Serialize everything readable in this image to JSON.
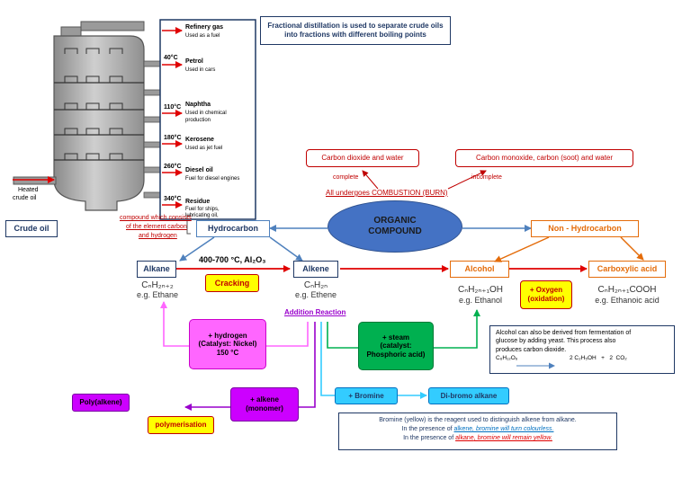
{
  "intro": "Fractional distillation is used to separate crude oils into fractions with different boiling points",
  "crude_oil_label": "Crude oil",
  "heated_crude": [
    "Heated",
    "crude oil"
  ],
  "fractions": [
    {
      "temp": "",
      "name": "Refinery gas",
      "use": [
        "Used as a fuel"
      ]
    },
    {
      "temp": "40°C",
      "name": "Petrol",
      "use": [
        "Used in cars"
      ]
    },
    {
      "temp": "110°C",
      "name": "Naphtha",
      "use": [
        "Used in chemical",
        "production"
      ]
    },
    {
      "temp": "180°C",
      "name": "Kerosene",
      "use": [
        "Used as jet fuel"
      ]
    },
    {
      "temp": "260°C",
      "name": "Diesel oil",
      "use": [
        "Fuel for diesel engines"
      ]
    },
    {
      "temp": "340°C",
      "name": "Residue",
      "use": [
        "Fuel for ships,",
        "lubricating oil,"
      ]
    }
  ],
  "combustion": {
    "complete_products": "Carbon dioxide and water",
    "incomplete_products": "Carbon monoxide, carbon (soot) and water",
    "complete_label": "complete",
    "incomplete_label": "incomplete",
    "note": "All undergoes COMBUSTION (BURN)"
  },
  "organic": [
    "ORGANIC",
    "COMPOUND"
  ],
  "hydrocarbon": "Hydrocarbon",
  "hydrocarbon_def": [
    "compound which consists",
    "of the element carbon",
    "and hydrogen"
  ],
  "non_hydrocarbon": "Non - Hydrocarbon",
  "alkane": {
    "name": "Alkane",
    "formula": "CₙH₂ₙ₊₂",
    "example": "e.g. Ethane"
  },
  "alkene": {
    "name": "Alkene",
    "formula": "CₙH₂ₙ",
    "example": "e.g. Ethene"
  },
  "alcohol": {
    "name": "Alcohol",
    "formula": "CₙH₂ₙ₊₁OH",
    "example": "e.g. Ethanol"
  },
  "carboxylic": {
    "name": "Carboxylic acid",
    "formula": "CₙH₂ₙ₊₁COOH",
    "example": "e.g. Ethanoic acid"
  },
  "cracking_conditions": "400-700 °C, Al₂O₃",
  "cracking": "Cracking",
  "oxygen": [
    "+ Oxygen",
    "(oxidation)"
  ],
  "addition_reaction": "Addition Reaction",
  "hydrogen": [
    "+ hydrogen",
    "(Catalyst: Nickel)",
    "150 °C"
  ],
  "steam": [
    "+ steam",
    "(catalyst:",
    "Phosphoric acid)"
  ],
  "fermentation": {
    "text": [
      "Alcohol can also be derived from fermentation of",
      "glucose by adding yeast. This process also",
      "produces carbon dioxide."
    ],
    "reactant": "C₆H₁₂O₆",
    "products": "2 C₂H₅OH   +   2  CO₂"
  },
  "alkene_monomer": [
    "+ alkene",
    "(monomer)"
  ],
  "polyalkene": "Poly(alkene)",
  "polymerisation": "polymerisation",
  "bromine": "+ Bromine",
  "dibromo": "Di-bromo alkane",
  "bromine_note": {
    "line1": "Bromine (yellow) is the reagent used to distinguish alkene from alkane.",
    "line2_pre": "In the presence of ",
    "line2_word": "alkene",
    "line2_post": ", bromine will turn colourless.",
    "line3_pre": "In the presence of ",
    "line3_word": "alkane",
    "line3_post": ", bromine will remain yellow."
  },
  "colors": {
    "red": "#c00000",
    "blue_line": "#4f81bd",
    "orange": "#e46c0a",
    "navy": "#1f3864",
    "pink": "#ff66ff",
    "green": "#00b050",
    "purple": "#9900cc",
    "cyan": "#33ccff",
    "yellow": "#ffff00",
    "ellipse": "#4472c4"
  }
}
